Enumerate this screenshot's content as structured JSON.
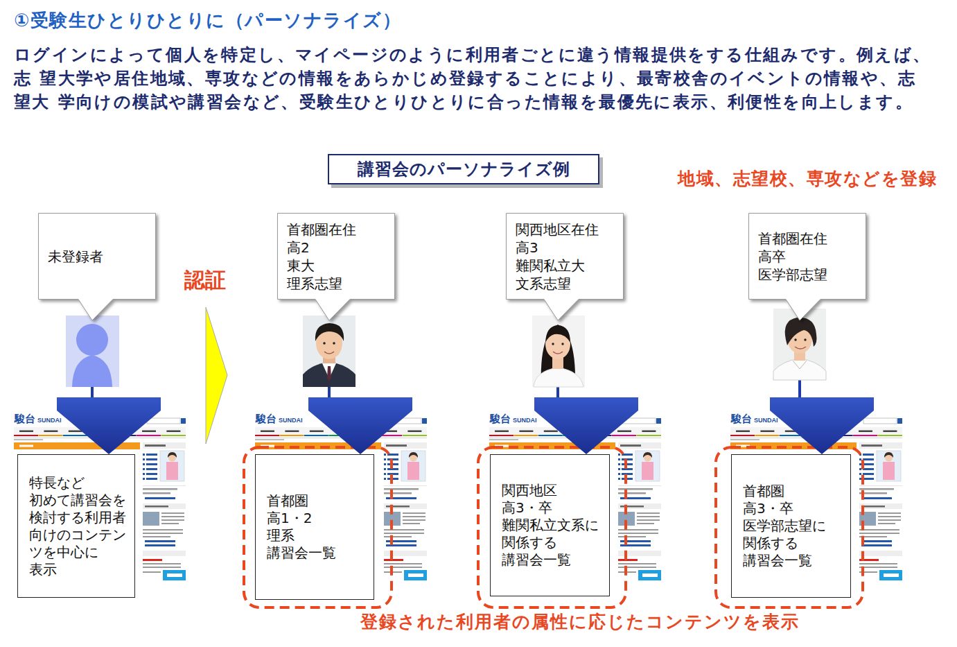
{
  "diagram": {
    "title": "①受験生ひとりひとりに（パーソナライズ）",
    "nodes": [
      {
        "text": [
          "講習会のパーソナライズ例"
        ]
      },
      {
        "text": [
          "未登録者"
        ]
      },
      {
        "text": [
          "地域、志望校、専攻などを登録"
        ]
      },
      {
        "text": [
          "首都圏在住 高2 東大 理系志望"
        ],
        "in": 2
      },
      {
        "text": [
          "関西地区在住 高3 難関私立大 文系志望"
        ],
        "in": 2
      },
      {
        "text": [
          "首都圏在住 高卒 医学部志望"
        ],
        "in": 2
      },
      {
        "text": [
          "特長など 初めて講習会を 検討する利用者 向けのコンテン ツを中心に 表示"
        ]
      },
      {
        "text": [
          "首都圏 高1・2 理系 講習会一覧"
        ]
      },
      {
        "text": [
          "関西地区 高3・卒 難関私立文系に 関係する 講習会一覧"
        ]
      },
      {
        "text": [
          "首都圏 高3・卒 医学部志望に 関係する 講習会一覧"
        ]
      }
    ],
    "edges": [
      {
        "from": 1,
        "to": 6,
        "arrow": "to"
      },
      {
        "from": 3,
        "to": 7,
        "arrow": "to"
      },
      {
        "from": 4,
        "to": 8,
        "arrow": "to"
      },
      {
        "from": 5,
        "to": 9,
        "arrow": "to"
      }
    ],
    "labels": [
      "ログインによって個人を特定し、マイページのように利用者ごとに違う情報提供をする仕組みです。例えば、志 望大学や居住地域、専攻などの情報をあらかじめ登録することにより、最寄校舎のイベントの情報や、志望大 学向けの模試や講習会など、受験生ひとりひとりに合った情報を最優先に表示、利便性を向上します。",
      "認証",
      "登録された利用者の属性に応じたコンテンツを表示",
      "駿台",
      "SUNDAI",
      "駿台",
      "SUNDAI",
      "駿台",
      "SUNDAI",
      "駿台",
      "SUNDAI"
    ]
  }
}
